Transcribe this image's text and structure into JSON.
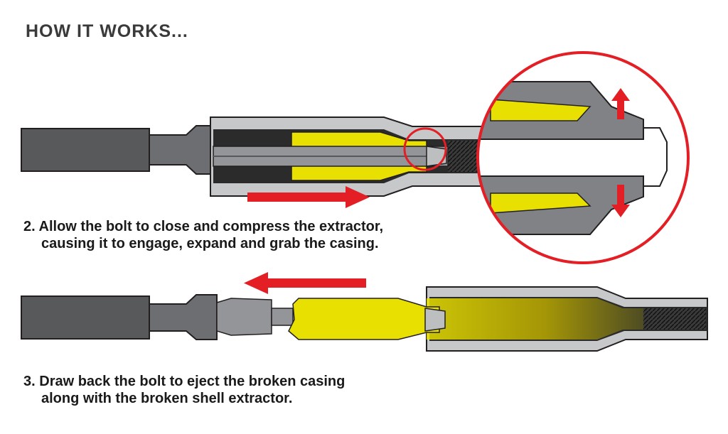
{
  "heading": "HOW IT WORKS...",
  "steps": [
    {
      "number": "2.",
      "line1": "Allow the bolt to close and compress the extractor,",
      "line2": "causing it to engage, expand and grab the casing."
    },
    {
      "number": "3.",
      "line1": "Draw back the bolt to eject the broken casing",
      "line2": "along with the broken shell extractor."
    }
  ],
  "colors": {
    "bolt": "#58595b",
    "chamber": "#a7a9ac",
    "extractor": "#e8e000",
    "arrow": "#e31e24",
    "outline": "#231f20"
  }
}
